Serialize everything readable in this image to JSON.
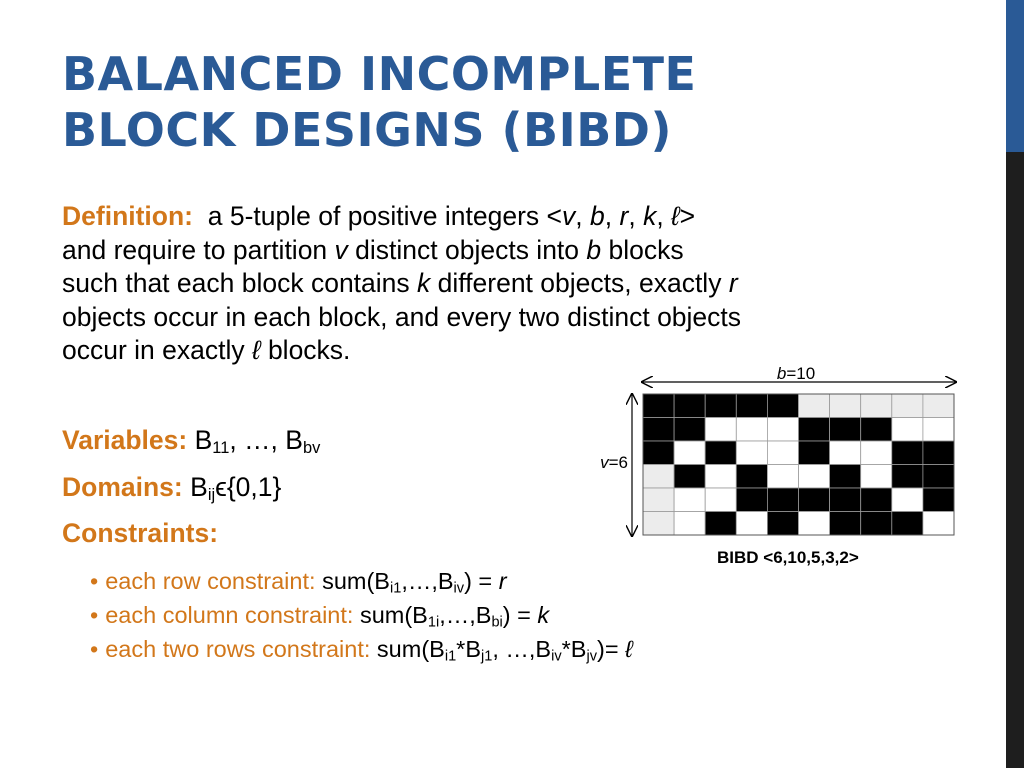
{
  "title": {
    "line1": "BALANCED INCOMPLETE",
    "line2": "BLOCK DESIGNS (BIBD)"
  },
  "definition": {
    "label": "Definition:",
    "line1": "a 5-tuple of positive integers <",
    "tuple": {
      "v": "v",
      "b": "b",
      "r": "r",
      "k": "k",
      "l": "ℓ",
      "sep": ", ",
      "close": ">"
    },
    "line2a": "and require to partition ",
    "line2b": " distinct objects into ",
    "line2c": " blocks",
    "line3a": "such that each block contains ",
    "line3b": " different objects, exactly ",
    "line4": "objects occur in each block, and every two distinct objects",
    "line5a": "occur in exactly ",
    "line5b": " blocks."
  },
  "variables": {
    "label": "Variables:",
    "b1": "B",
    "b1sub": "11",
    "mid": ", …, B",
    "b2sub": "bv"
  },
  "domains": {
    "label": "Domains:",
    "b": "B",
    "bsub": "ij",
    "rest": "ϵ{0,1}"
  },
  "constraints": {
    "label": "Constraints:",
    "bullet": "•",
    "row": {
      "label": "each row constraint:",
      "p1": "sum(B",
      "s1": "i1",
      "p2": ",…,B",
      "s2": "iv",
      "p3": ") = ",
      "var": "r"
    },
    "col": {
      "label": "each column constraint:",
      "p1": "sum(B",
      "s1": "1i",
      "p2": ",…,B",
      "s2": "bi",
      "p3": ") = ",
      "var": "k"
    },
    "pair": {
      "label": "each two rows constraint:",
      "p1": "sum(B",
      "s1": "i1",
      "p2": "*B",
      "s2": "j1",
      "p3": ", …,B",
      "s3": "iv",
      "p4": "*B",
      "s4": "jv",
      "p5": ")= ",
      "var": "ℓ"
    }
  },
  "figure": {
    "b_label": "b",
    "b_value": "=10",
    "v_label": "v",
    "v_value": "=6",
    "caption": "BIBD <6,10,5,3,2>",
    "colors": {
      "filled": "#000000",
      "empty_bright": "#ffffff",
      "empty_shaded": "#ececec",
      "grid": "#9a9a9a"
    },
    "matrix": [
      [
        1,
        1,
        1,
        1,
        1,
        0,
        0,
        0,
        0,
        0
      ],
      [
        1,
        1,
        0,
        0,
        0,
        1,
        1,
        1,
        0,
        0
      ],
      [
        1,
        0,
        1,
        0,
        0,
        1,
        0,
        0,
        1,
        1
      ],
      [
        0,
        1,
        0,
        1,
        0,
        0,
        1,
        0,
        1,
        1
      ],
      [
        0,
        0,
        0,
        1,
        1,
        1,
        1,
        1,
        0,
        1
      ],
      [
        0,
        0,
        1,
        0,
        1,
        0,
        1,
        1,
        1,
        0
      ]
    ]
  }
}
